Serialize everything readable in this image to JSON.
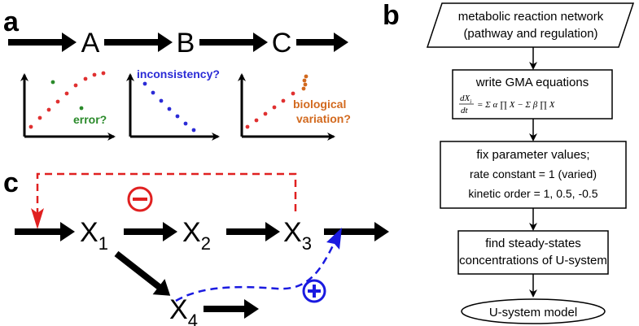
{
  "panels": {
    "a": {
      "label": "a",
      "nodes": [
        "A",
        "B",
        "C"
      ],
      "plots": [
        {
          "annotation": "error?",
          "annotation_color": "#2a8a2a",
          "dot_color": "#e03030",
          "outlier_color": "#2a8a2a"
        },
        {
          "annotation": "inconsistency?",
          "annotation_color": "#2b2bd6",
          "dot_color": "#2b2bd6"
        },
        {
          "annotation_line1": "biological",
          "annotation_line2": "variation?",
          "annotation_color": "#d2691e",
          "dot_color": "#e03030",
          "cluster_color": "#d2691e"
        }
      ]
    },
    "b": {
      "label": "b",
      "steps": [
        {
          "line1": "metabolic reaction network",
          "line2": "(pathway and regulation)",
          "shape": "parallelogram"
        },
        {
          "line1": "write GMA equations",
          "shape": "rect",
          "equation_lhs": "dX",
          "equation_sub": "i",
          "equation_den": "dt",
          "equation_rhs": "= Σ α ∏ X − Σ β ∏ X"
        },
        {
          "line1": "fix parameter values;",
          "line2": "rate constant = 1 (varied)",
          "line3": "kinetic order = 1, 0.5, -0.5",
          "shape": "rect"
        },
        {
          "line1": "find steady-states",
          "line2": "concentrations of U-system",
          "shape": "rect"
        },
        {
          "line1": "U-system model",
          "shape": "ellipse"
        }
      ]
    },
    "c": {
      "label": "c",
      "nodes": [
        {
          "base": "X",
          "sub": "1"
        },
        {
          "base": "X",
          "sub": "2"
        },
        {
          "base": "X",
          "sub": "3"
        },
        {
          "base": "X",
          "sub": "4"
        }
      ],
      "inhibition_symbol": "⊖",
      "activation_symbol": "⊕",
      "inhibition_color": "#e02020",
      "activation_color": "#1a1ae0"
    }
  }
}
